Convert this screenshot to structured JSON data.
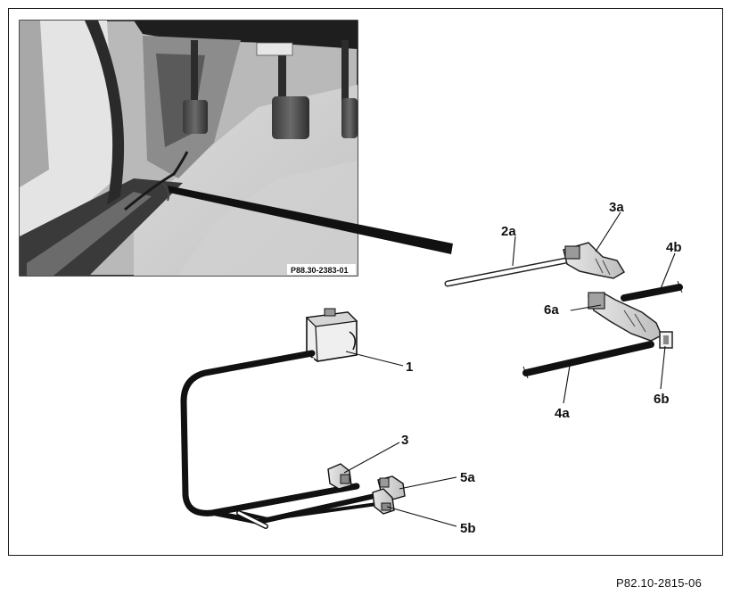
{
  "figure_ref": "P82.10-2815-06",
  "inset": {
    "code": "P88.30-2383-01"
  },
  "callouts": {
    "c1": "1",
    "c2a": "2a",
    "c3": "3",
    "c3a": "3a",
    "c4a": "4a",
    "c4b": "4b",
    "c5a": "5a",
    "c5b": "5b",
    "c6a": "6a",
    "c6b": "6b"
  }
}
